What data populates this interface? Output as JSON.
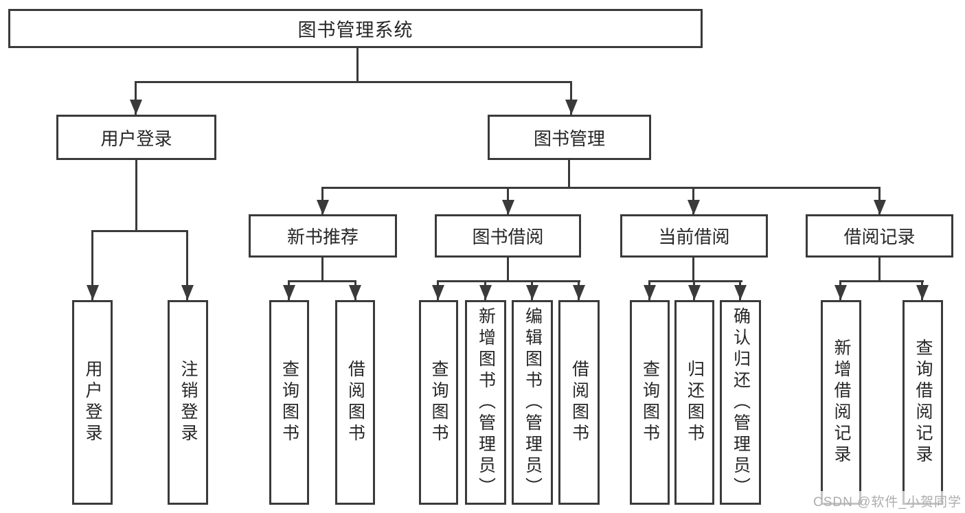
{
  "diagram": {
    "title": "图书管理系统",
    "level2": [
      {
        "label": "用户登录"
      },
      {
        "label": "图书管理"
      }
    ],
    "level3": [
      {
        "label": "新书推荐",
        "parent": "图书管理"
      },
      {
        "label": "图书借阅",
        "parent": "图书管理"
      },
      {
        "label": "当前借阅",
        "parent": "图书管理"
      },
      {
        "label": "借阅记录",
        "parent": "图书管理"
      }
    ],
    "leaves": [
      {
        "label": "用户登录",
        "parent": "用户登录"
      },
      {
        "label": "注销登录",
        "parent": "用户登录"
      },
      {
        "label": "查询图书",
        "parent": "新书推荐"
      },
      {
        "label": "借阅图书",
        "parent": "新书推荐"
      },
      {
        "label": "查询图书",
        "parent": "图书借阅"
      },
      {
        "label": "新增图书（管理员）",
        "parent": "图书借阅"
      },
      {
        "label": "编辑图书（管理员）",
        "parent": "图书借阅"
      },
      {
        "label": "借阅图书",
        "parent": "图书借阅"
      },
      {
        "label": "查询图书",
        "parent": "当前借阅"
      },
      {
        "label": "归还图书",
        "parent": "当前借阅"
      },
      {
        "label": "确认归还（管理员）",
        "parent": "当前借阅"
      },
      {
        "label": "新增借阅记录",
        "parent": "借阅记录"
      },
      {
        "label": "查询借阅记录",
        "parent": "借阅记录"
      }
    ]
  },
  "watermark": {
    "text": "CSDN @软件_小贺同学"
  },
  "colors": {
    "line": "#3a3a3a",
    "text": "#262626",
    "watermark": "#adadad",
    "background": "#ffffff"
  }
}
